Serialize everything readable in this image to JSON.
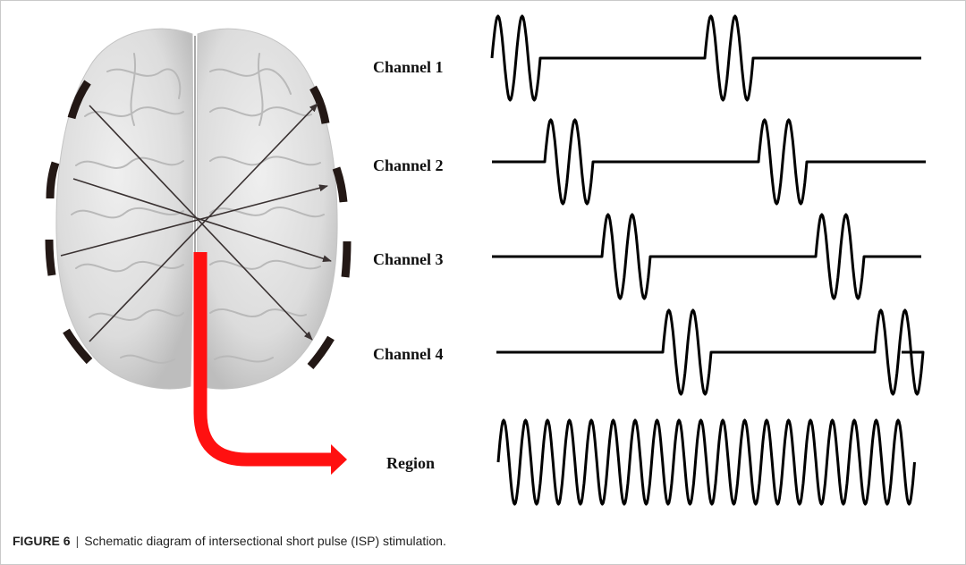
{
  "channels": [
    {
      "label": "Channel 1"
    },
    {
      "label": "Channel 2"
    },
    {
      "label": "Channel 3"
    },
    {
      "label": "Channel 4"
    }
  ],
  "region": {
    "label": "Region"
  },
  "caption": {
    "figure_label": "FIGURE 6",
    "separator": "|",
    "text": "Schematic diagram of intersectional short pulse (ISP) stimulation."
  },
  "colors": {
    "arrow": "#ff1010",
    "electrode": "#231815",
    "brain_fill": "#e2e2e2",
    "waveform": "#000000"
  }
}
